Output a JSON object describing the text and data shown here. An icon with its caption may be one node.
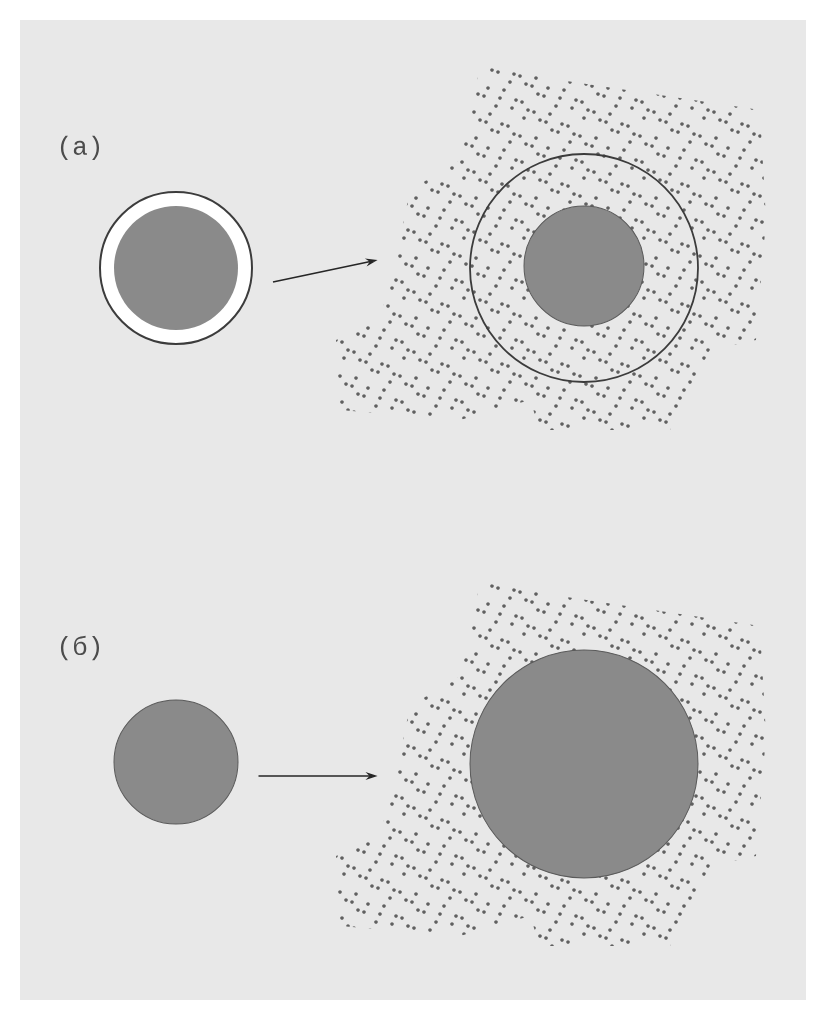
{
  "diagram": {
    "nodes": [
      {
        "text": [],
        "shape": "circle"
      },
      {
        "text": [],
        "shape": "cloud"
      },
      {
        "text": [],
        "shape": "circle",
        "in": 1
      },
      {
        "text": [],
        "shape": "circle",
        "in": 2
      },
      {
        "text": [],
        "shape": "circle"
      },
      {
        "text": [],
        "shape": "cloud"
      },
      {
        "text": [],
        "shape": "circle",
        "in": 5
      }
    ],
    "edges": [
      {
        "from": 0,
        "to": 1,
        "arrow": "to"
      },
      {
        "from": 4,
        "to": 5,
        "arrow": "to"
      }
    ],
    "labels": [
      "(a)",
      "(б)"
    ]
  }
}
